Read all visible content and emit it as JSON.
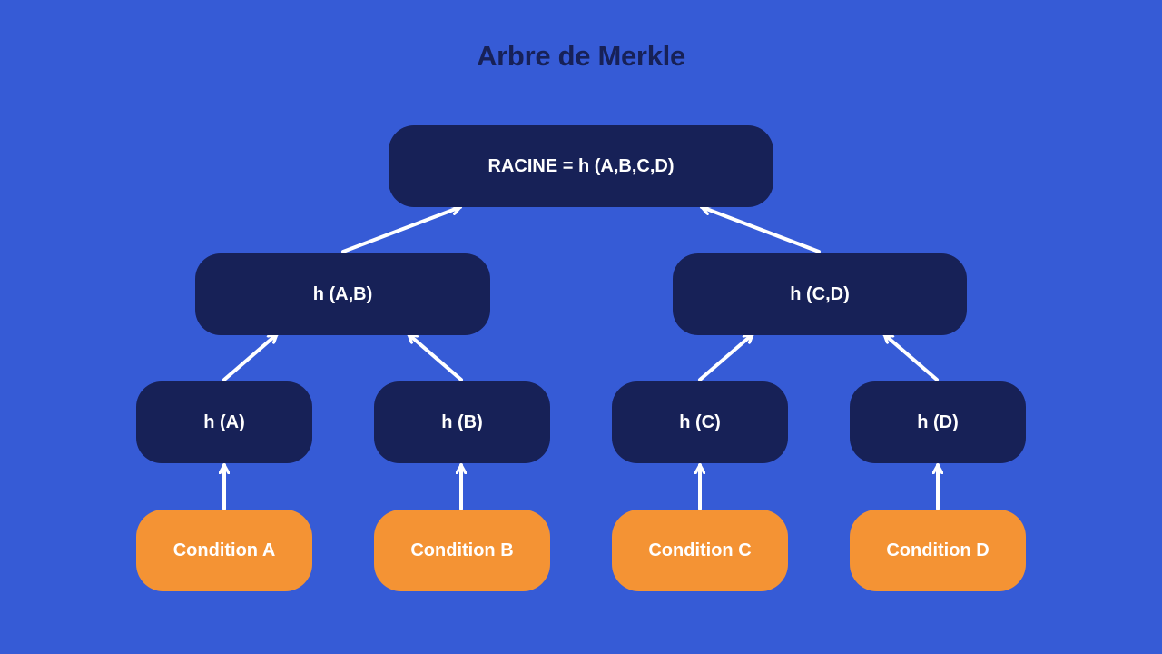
{
  "colors": {
    "background": "#365bd6",
    "title": "#172157",
    "hash_node": "#172157",
    "leaf_node": "#f49334",
    "node_text": "#ffffff",
    "arrow": "#ffffff"
  },
  "diagram": {
    "title": "Arbre de Merkle",
    "root": {
      "label": "RACINE = h (A,B,C,D)"
    },
    "level1": [
      {
        "label": "h (A,B)"
      },
      {
        "label": "h (C,D)"
      }
    ],
    "hashes": [
      {
        "label": "h (A)"
      },
      {
        "label": "h (B)"
      },
      {
        "label": "h (C)"
      },
      {
        "label": "h (D)"
      }
    ],
    "leaves": [
      {
        "label": "Condition A"
      },
      {
        "label": "Condition B"
      },
      {
        "label": "Condition C"
      },
      {
        "label": "Condition D"
      }
    ],
    "edges": [
      {
        "from": "level1.0",
        "to": "root"
      },
      {
        "from": "level1.1",
        "to": "root"
      },
      {
        "from": "hashes.0",
        "to": "level1.0"
      },
      {
        "from": "hashes.1",
        "to": "level1.0"
      },
      {
        "from": "hashes.2",
        "to": "level1.1"
      },
      {
        "from": "hashes.3",
        "to": "level1.1"
      },
      {
        "from": "leaves.0",
        "to": "hashes.0"
      },
      {
        "from": "leaves.1",
        "to": "hashes.1"
      },
      {
        "from": "leaves.2",
        "to": "hashes.2"
      },
      {
        "from": "leaves.3",
        "to": "hashes.3"
      }
    ]
  }
}
